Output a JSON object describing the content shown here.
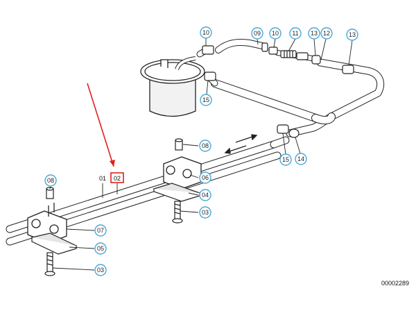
{
  "callout_color": "#4aa8d8",
  "highlight_color": "#e0201c",
  "callouts": {
    "c10a": "10",
    "c09": "09",
    "c10b": "10",
    "c11": "11",
    "c13a": "13",
    "c12": "12",
    "c13b": "13",
    "c15a": "15",
    "c08a": "08",
    "c15b": "15",
    "c14": "14",
    "c08b": "08",
    "c06": "06",
    "c04a": "04",
    "c03a": "03",
    "c07": "07",
    "c05": "05",
    "c03b": "03"
  },
  "labels": {
    "part01": "01",
    "part02": "02"
  },
  "document_number": "00002289"
}
